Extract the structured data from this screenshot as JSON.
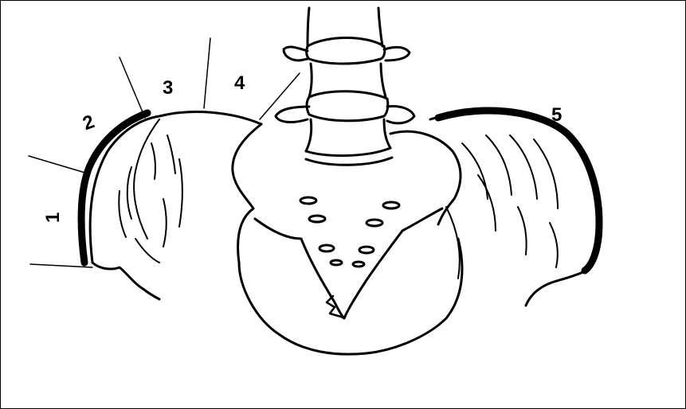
{
  "diagram": {
    "labels": [
      {
        "id": "1",
        "text": "1"
      },
      {
        "id": "2",
        "text": "2"
      },
      {
        "id": "3",
        "text": "3"
      },
      {
        "id": "4",
        "text": "4"
      },
      {
        "id": "5",
        "text": "5"
      }
    ]
  }
}
